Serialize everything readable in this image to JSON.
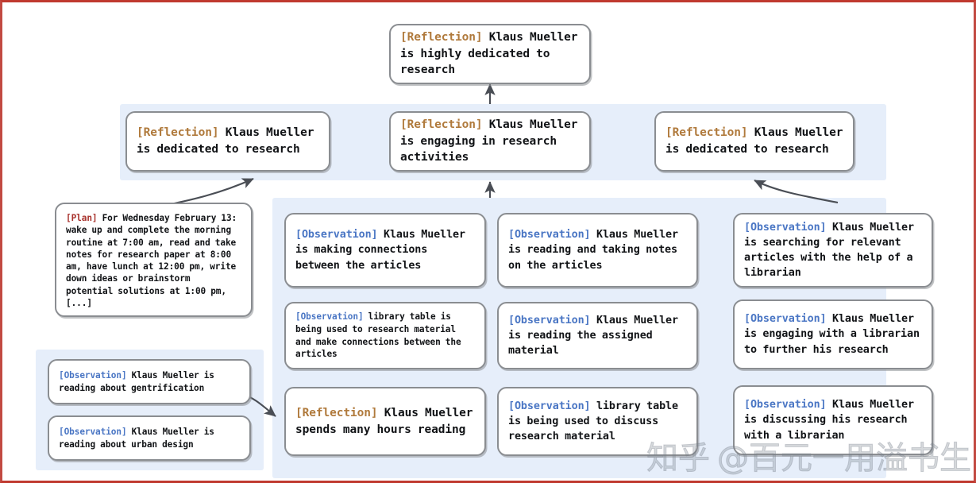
{
  "diagram": {
    "title_node": {
      "tag": "[Reflection]",
      "tag_type": "reflection",
      "text": " Klaus Mueller is highly dedicated to research"
    },
    "reflection_row": [
      {
        "tag": "[Reflection]",
        "tag_type": "reflection",
        "text": " Klaus Mueller is dedicated to research"
      },
      {
        "tag": "[Reflection]",
        "tag_type": "reflection",
        "text": " Klaus Mueller is engaging in research activities"
      },
      {
        "tag": "[Reflection]",
        "tag_type": "reflection",
        "text": " Klaus Mueller is dedicated to research"
      }
    ],
    "plan_node": {
      "tag": "[Plan]",
      "tag_type": "plan",
      "text": " For Wednesday February 13: wake up and complete the morning routine at 7:00 am, read and take notes for research paper at 8:00 am, have lunch at 12:00 pm, write down ideas or brainstorm potential solutions at 1:00 pm, [...]"
    },
    "left_observations": [
      {
        "tag": "[Observation]",
        "tag_type": "observation",
        "text": " Klaus Mueller is reading about gentrification"
      },
      {
        "tag": "[Observation]",
        "tag_type": "observation",
        "text": " Klaus Mueller is reading about urban design"
      }
    ],
    "column_a": [
      {
        "tag": "[Observation]",
        "tag_type": "observation",
        "text": " Klaus Mueller is making connections between the articles"
      },
      {
        "tag": "[Observation]",
        "tag_type": "observation",
        "text": " library table is being used to research material and make connections between the articles"
      },
      {
        "tag": "[Reflection]",
        "tag_type": "reflection",
        "text": " Klaus Mueller spends many hours reading"
      }
    ],
    "column_b": [
      {
        "tag": "[Observation]",
        "tag_type": "observation",
        "text": " Klaus Mueller is reading and taking notes on the articles"
      },
      {
        "tag": "[Observation]",
        "tag_type": "observation",
        "text": " Klaus Mueller is reading the assigned material"
      },
      {
        "tag": "[Observation]",
        "tag_type": "observation",
        "text": " library table is being used to discuss research material"
      }
    ],
    "column_c": [
      {
        "tag": "[Observation]",
        "tag_type": "observation",
        "text": " Klaus Mueller is searching for relevant articles with the help of a librarian"
      },
      {
        "tag": "[Observation]",
        "tag_type": "observation",
        "text": " Klaus Mueller is engaging with a librarian to further his research"
      },
      {
        "tag": "[Observation]",
        "tag_type": "observation",
        "text": " Klaus Mueller is discussing his research with a librarian"
      }
    ],
    "watermark": {
      "logo": "知乎",
      "handle": "@百元一用溢书生"
    },
    "colors": {
      "panel_background": "#e6eefa",
      "node_border": "#8a8d91",
      "reflection_tag": "#b07a3c",
      "observation_tag": "#4a76c4",
      "plan_tag": "#a8322c",
      "frame": "#c0392f"
    }
  }
}
